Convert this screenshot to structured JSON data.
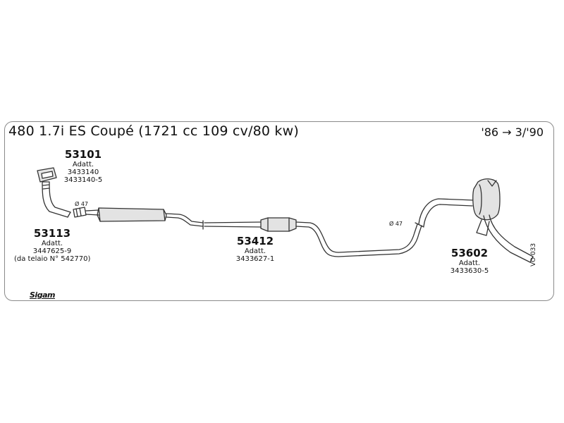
{
  "header": {
    "title": "480 1.7i ES Coupé (1721 cc 109 cv/80 kw)",
    "years": "'86 → 3/'90"
  },
  "parts": [
    {
      "number": "53101",
      "lines": [
        "Adatt.",
        "3433140",
        "3433140-5"
      ]
    },
    {
      "number": "53113",
      "lines": [
        "Adatt.",
        "3447625-9",
        "(da telaio N° 542770)"
      ]
    },
    {
      "number": "53412",
      "lines": [
        "Adatt.",
        "3433627-1"
      ]
    },
    {
      "number": "53602",
      "lines": [
        "Adatt.",
        "3433630-5"
      ]
    }
  ],
  "diameters": [
    "Ø 47",
    "Ø 47"
  ],
  "diagram_code": "VO 033",
  "brand": "Sigam"
}
